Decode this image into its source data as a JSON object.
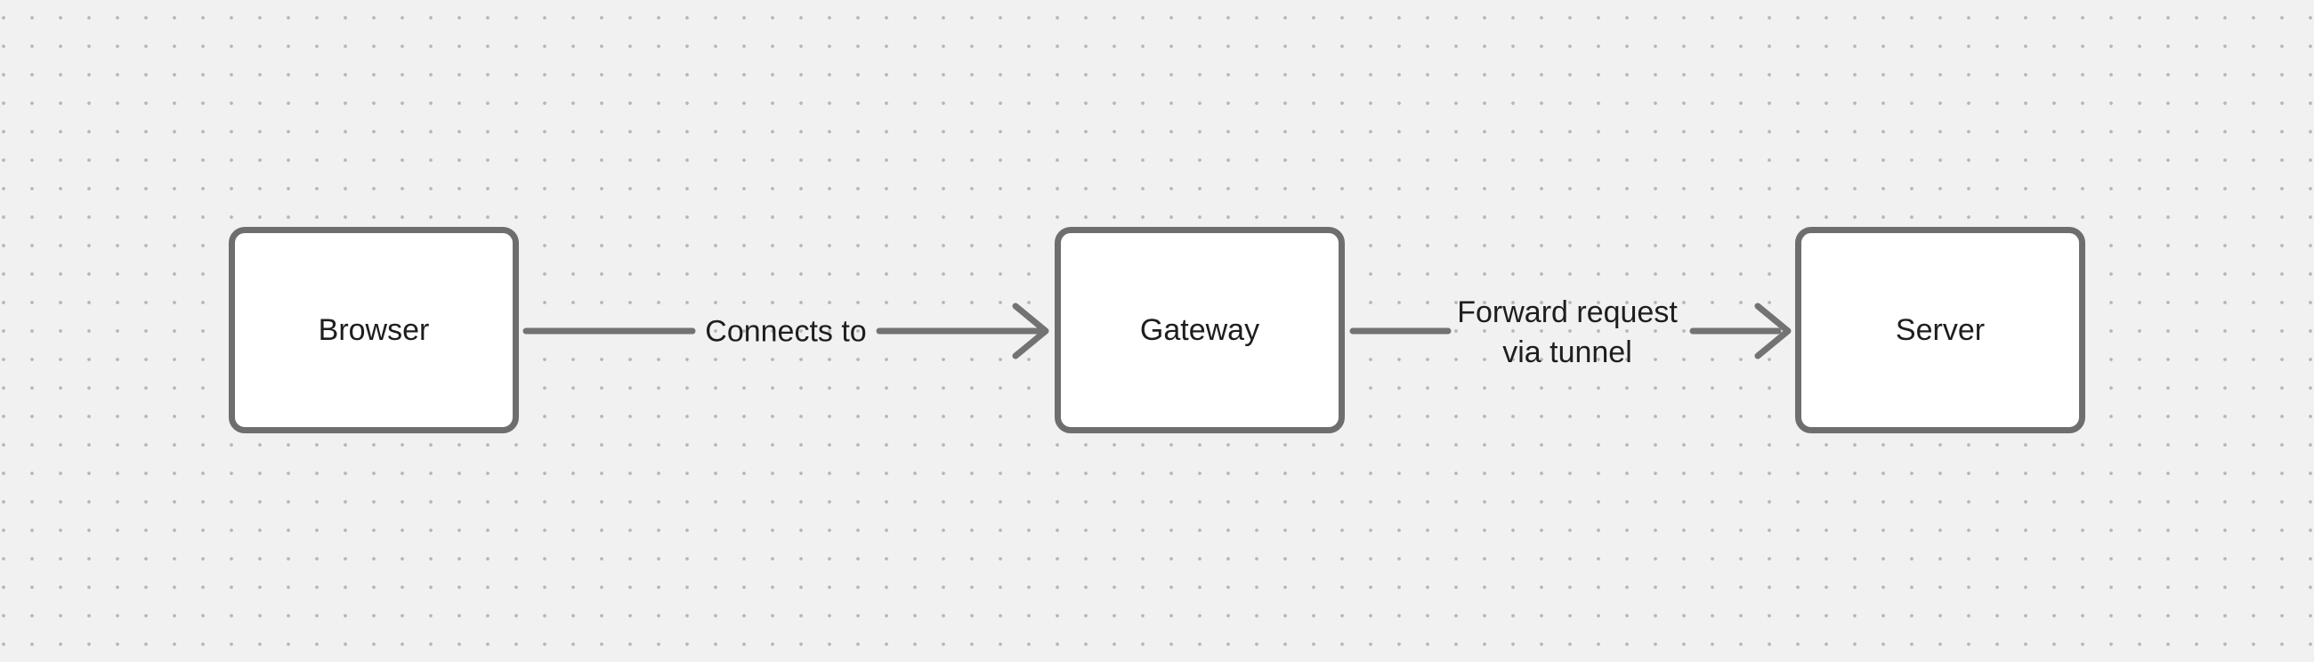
{
  "canvas": {
    "background_color": "#f1f1f1",
    "dot_grid_color": "#b7b7b7",
    "stroke_color": "#737373",
    "node_border_color": "#6e6e6e",
    "node_fill_color": "#ffffff",
    "text_color": "#1e1e1e"
  },
  "nodes": [
    {
      "label": "Browser"
    },
    {
      "label": "Gateway"
    },
    {
      "label": "Server"
    }
  ],
  "edges": [
    {
      "from": "Browser",
      "to": "Gateway",
      "label": "Connects to",
      "label_lines": [
        "Connects to"
      ]
    },
    {
      "from": "Gateway",
      "to": "Server",
      "label": "Forward request via tunnel",
      "label_lines": [
        "Forward request",
        "via tunnel"
      ]
    }
  ]
}
